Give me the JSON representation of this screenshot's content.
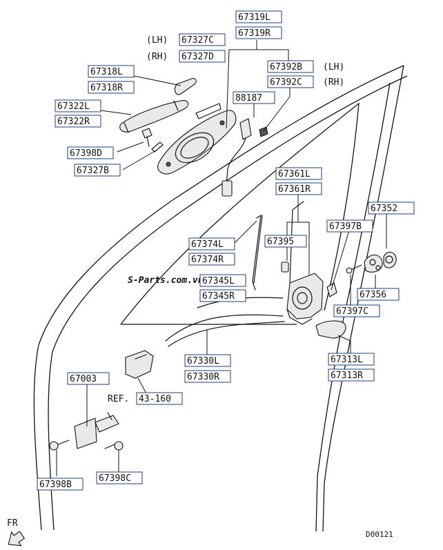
{
  "parts": {
    "p67319L": "67319L",
    "p67319R": "67319R",
    "p67327C": "67327C",
    "p67327D": "67327D",
    "lh": "(LH)",
    "rh": "(RH)",
    "p67318L": "67318L",
    "p67318R": "67318R",
    "p67392B": "67392B",
    "p67392C": "67392C",
    "lh2": "(LH)",
    "rh2": "(RH)",
    "p67322L": "67322L",
    "p67322R": "67322R",
    "p88187": "88187",
    "p67398D": "67398D",
    "p67327B": "67327B",
    "p67361L": "67361L",
    "p67361R": "67361R",
    "p67352": "67352",
    "p67397B": "67397B",
    "p67395": "67395",
    "p67374L": "67374L",
    "p67374R": "67374R",
    "p67345L": "67345L",
    "p67345R": "67345R",
    "p67356": "67356",
    "p67397C": "67397C",
    "p67330L": "67330L",
    "p67330R": "67330R",
    "p67313L": "67313L",
    "p67313R": "67313R",
    "p67003": "67003",
    "ref": "REF.",
    "ref_num": "43-160",
    "p67398B": "67398B",
    "p67398C": "67398C"
  },
  "watermark": "S-Parts.com.vn",
  "fr_label": "FR",
  "diagram_code": "D00121"
}
